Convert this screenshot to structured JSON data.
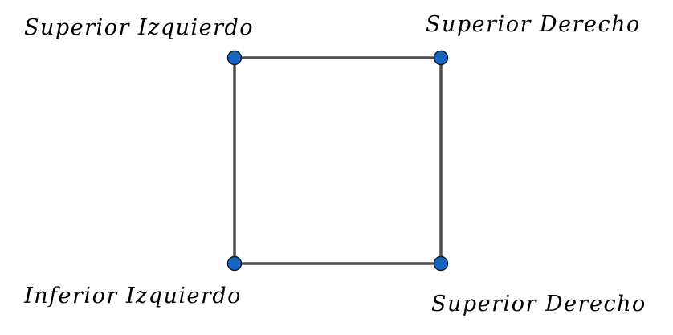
{
  "labels": {
    "top_left": "Superior Izquierdo",
    "top_right": "Superior Derecho",
    "bottom_left": "Inferior Izquierdo",
    "bottom_right": "Superior Derecho"
  },
  "colors": {
    "edge": "#4d4d4d",
    "vertex_fill": "#1565c0",
    "vertex_stroke": "#0d1b2a",
    "text": "#000000"
  }
}
